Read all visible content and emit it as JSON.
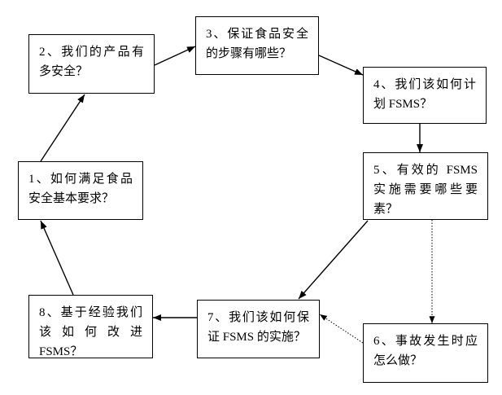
{
  "colors": {
    "ink": "#000000",
    "paper": "#ffffff"
  },
  "steps": [
    {
      "lines": [
        "1、如何满足食品",
        "安全基本要求？"
      ]
    },
    {
      "lines": [
        "2、我们的产品有",
        "多安全？"
      ]
    },
    {
      "lines": [
        "3、保证食品安全",
        "的步骤有哪些？"
      ]
    },
    {
      "lines": [
        "4、我们该如何计",
        "划 FSMS？"
      ]
    },
    {
      "lines": [
        "5、有效的 FSMS",
        "实施需要哪些要",
        "素？"
      ]
    },
    {
      "lines": [
        "6、事故发生时应",
        "怎么做？"
      ]
    },
    {
      "lines": [
        "7、我们该如何保",
        "证 FSMS 的实施？"
      ]
    },
    {
      "lines": [
        "8、基于经验我们",
        "该如何改进",
        "FSMS？"
      ]
    }
  ]
}
